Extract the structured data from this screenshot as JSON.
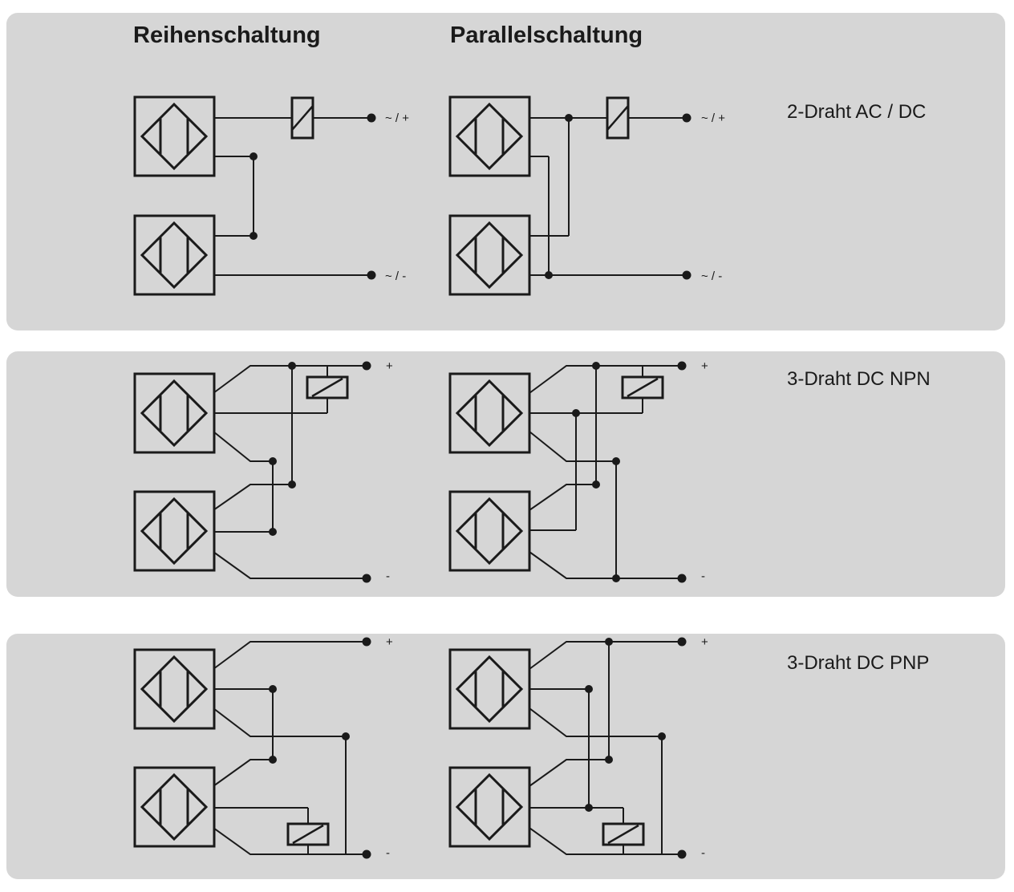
{
  "headings": {
    "series": "Reihenschaltung",
    "parallel": "Parallelschaltung"
  },
  "rows": [
    {
      "label": "2-Draht AC / DC",
      "terminal_top": "~ / +",
      "terminal_bottom": "~ / -"
    },
    {
      "label": "3-Draht DC NPN",
      "terminal_top": "+",
      "terminal_bottom": "-"
    },
    {
      "label": "3-Draht DC PNP",
      "terminal_top": "+",
      "terminal_bottom": "-"
    }
  ],
  "colors": {
    "panel": "#d6d6d6",
    "line": "#1a1a1a",
    "text": "#1a1a1a"
  },
  "icons": {
    "sensor": "proximity-sensor-icon",
    "load": "relay-load-icon",
    "terminal": "terminal-dot-icon",
    "junction": "junction-dot-icon"
  }
}
